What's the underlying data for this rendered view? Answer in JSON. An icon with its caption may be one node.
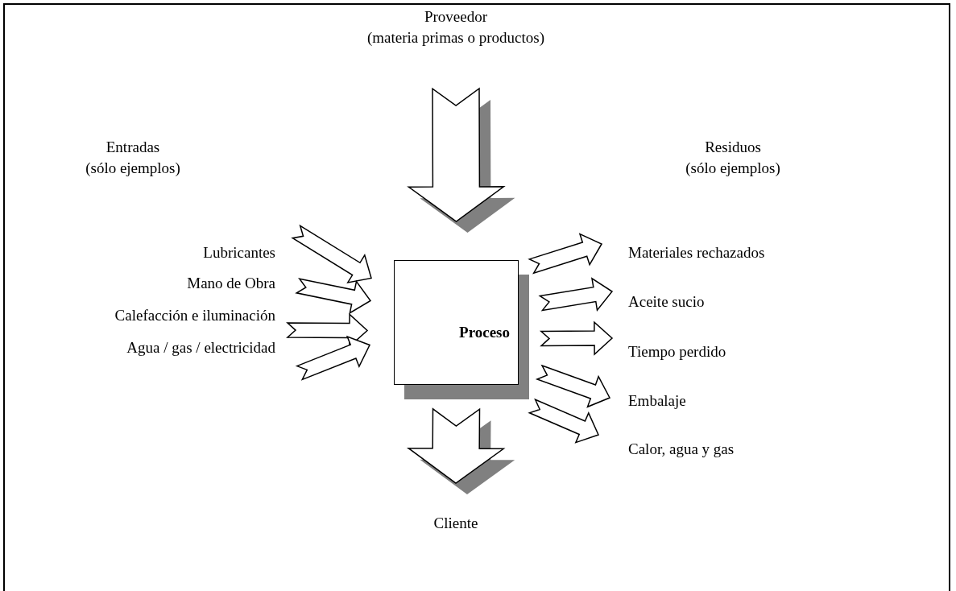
{
  "diagram": {
    "nodes": [
      {
        "text": [
          "Proveedor",
          "(materia primas o productos)"
        ]
      },
      {
        "text": [
          "Proceso"
        ]
      },
      {
        "text": [
          "Cliente"
        ]
      },
      {
        "text": [
          "Lubricantes"
        ]
      },
      {
        "text": [
          "Mano de Obra"
        ]
      },
      {
        "text": [
          "Calefacción e iluminación"
        ]
      },
      {
        "text": [
          "Agua / gas / electricidad"
        ]
      },
      {
        "text": [
          "Materiales rechazados"
        ]
      },
      {
        "text": [
          "Aceite sucio"
        ]
      },
      {
        "text": [
          "Tiempo perdido"
        ]
      },
      {
        "text": [
          "Embalaje"
        ]
      },
      {
        "text": [
          "Calor, agua y gas"
        ]
      }
    ],
    "edges": [
      {
        "from": 0,
        "to": 1,
        "arrow": "to"
      },
      {
        "from": 1,
        "to": 2,
        "arrow": "to"
      },
      {
        "from": 3,
        "to": 1,
        "arrow": "to"
      },
      {
        "from": 4,
        "to": 1,
        "arrow": "to"
      },
      {
        "from": 5,
        "to": 1,
        "arrow": "to"
      },
      {
        "from": 6,
        "to": 1,
        "arrow": "to"
      },
      {
        "from": 1,
        "to": 7,
        "arrow": "to"
      },
      {
        "from": 1,
        "to": 8,
        "arrow": "to"
      },
      {
        "from": 1,
        "to": 9,
        "arrow": "to"
      },
      {
        "from": 1,
        "to": 10,
        "arrow": "to"
      },
      {
        "from": 1,
        "to": 11,
        "arrow": "to"
      }
    ],
    "labels": [
      "Entradas",
      "(sólo ejemplos)",
      "Residuos",
      "(sólo ejemplos)"
    ]
  }
}
